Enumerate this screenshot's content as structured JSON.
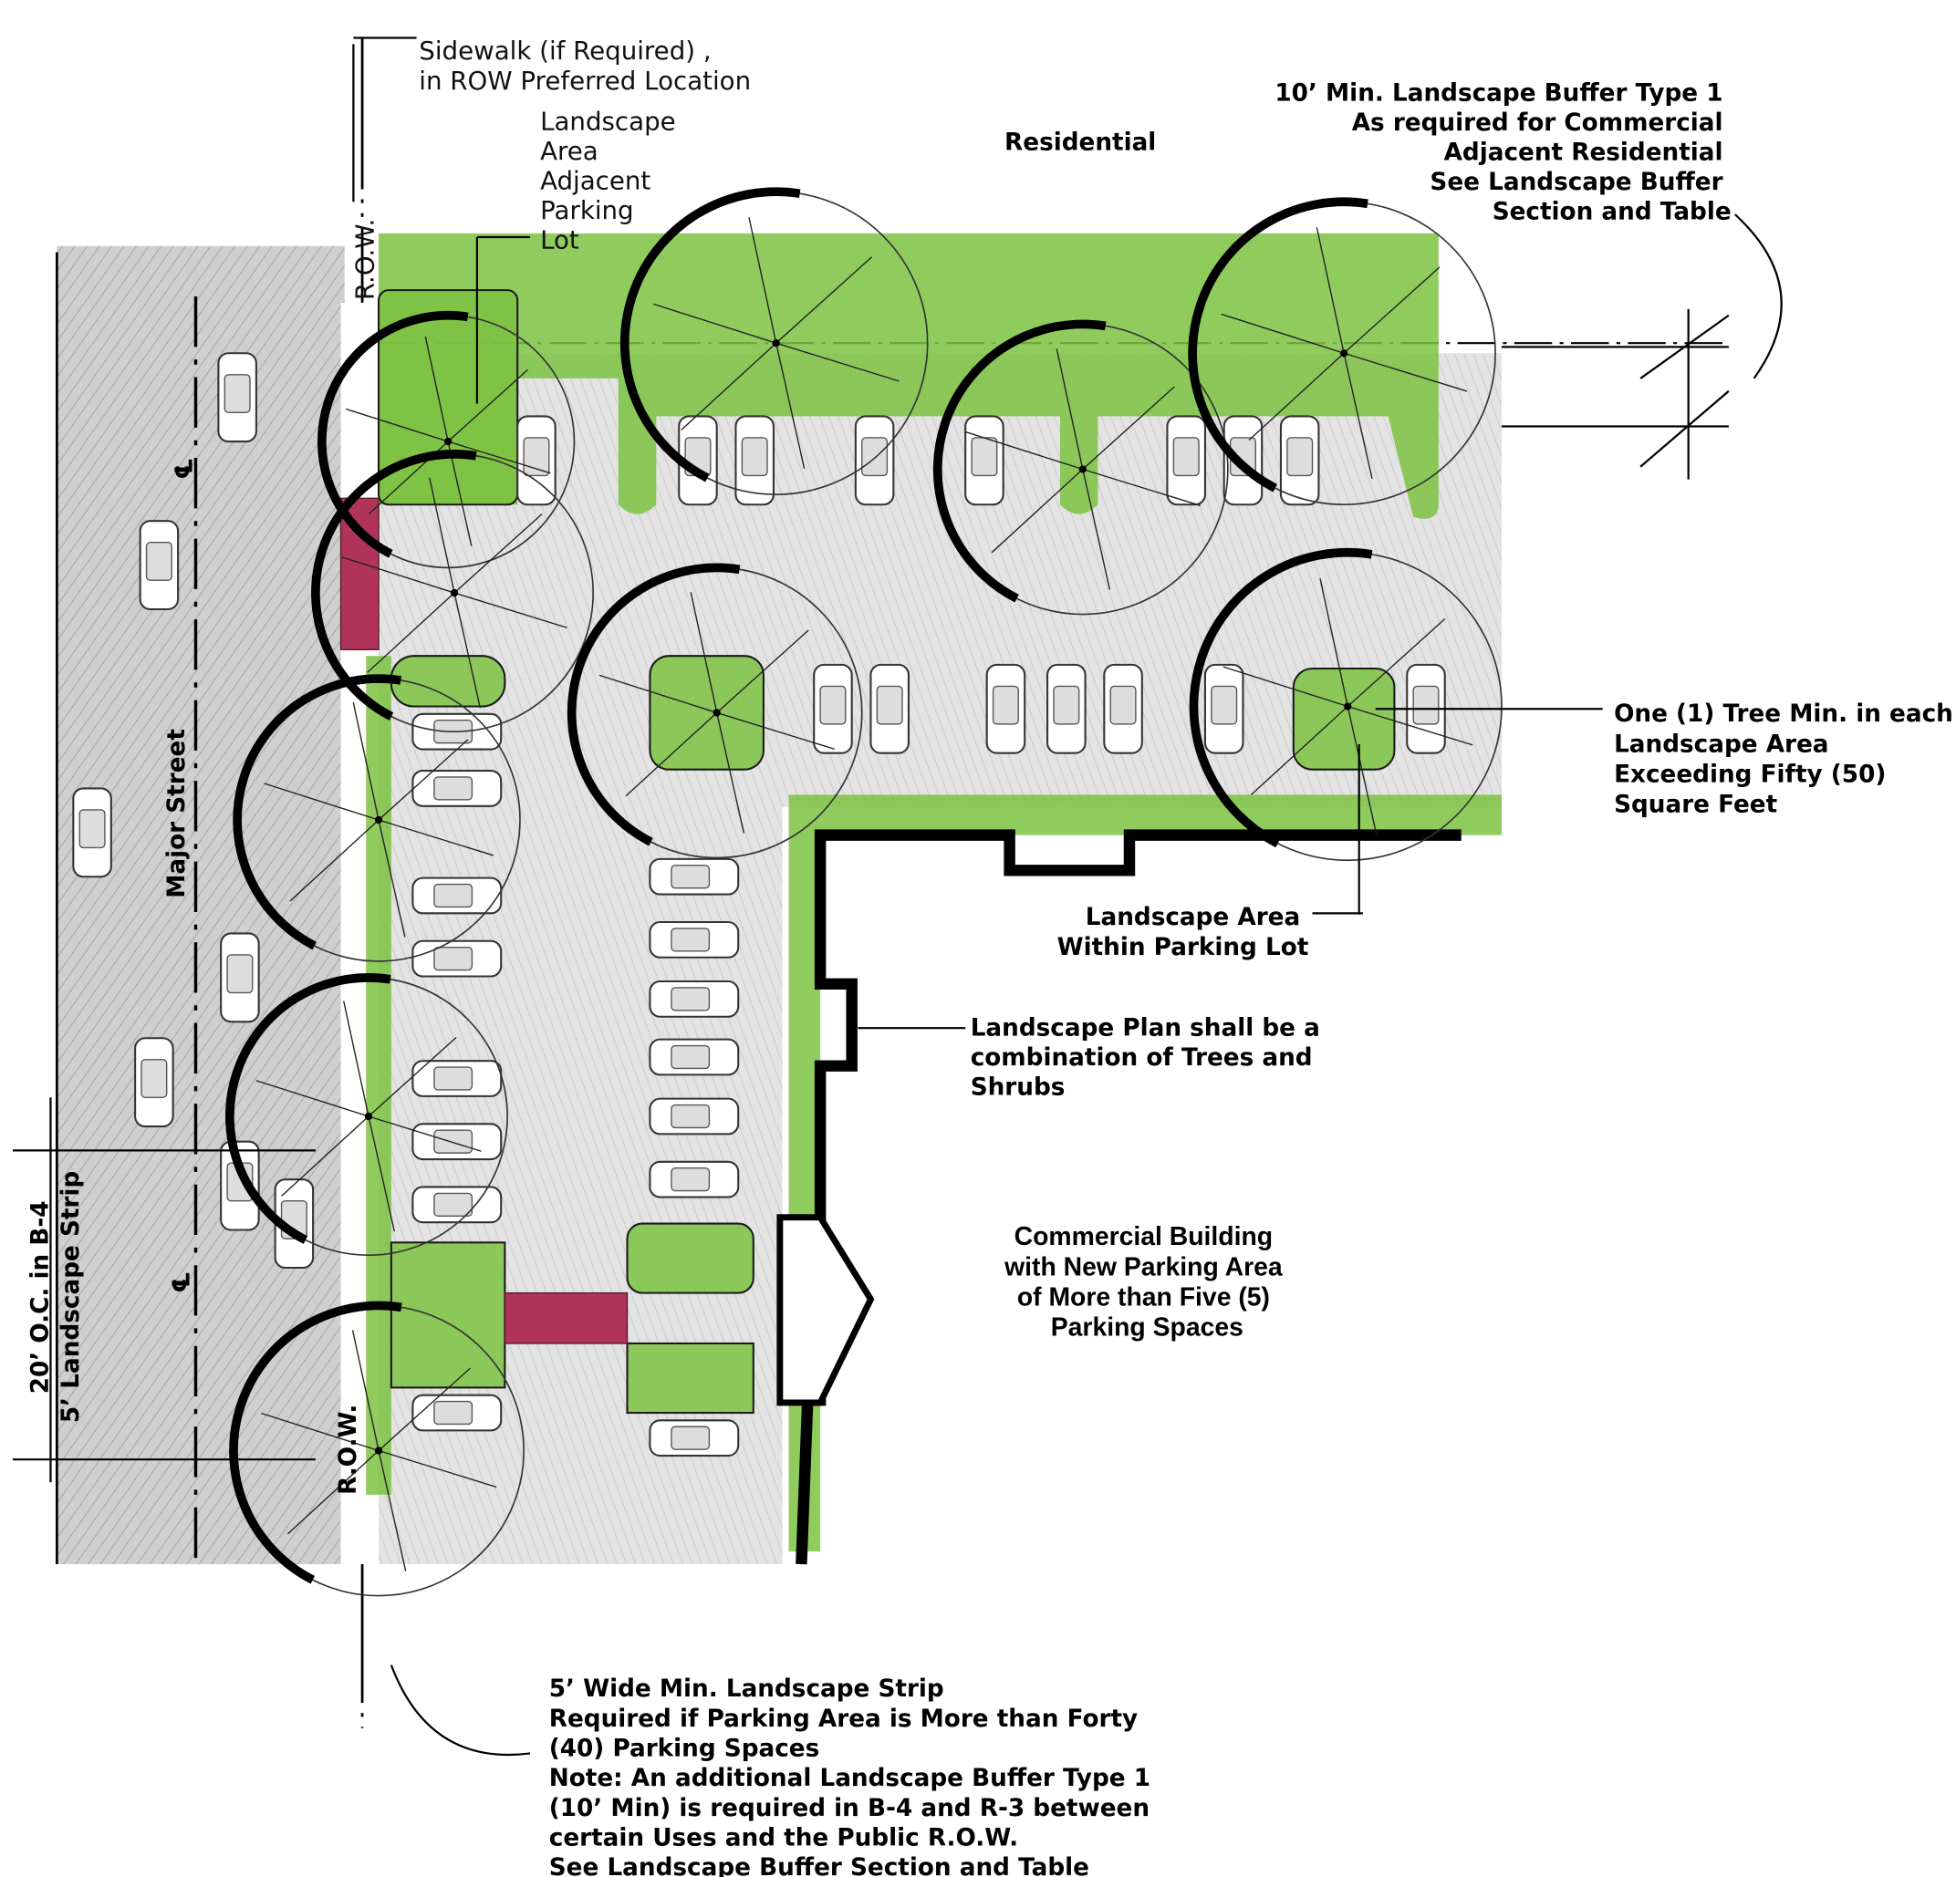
{
  "title": "Commercial Parking Lot Landscape Requirements Site Plan",
  "labels": {
    "sidewalk": [
      "Sidewalk (if Required) ,",
      "in ROW Preferred Location"
    ],
    "landscape_adjacent": [
      "Landscape",
      "Area",
      "Adjacent",
      "Parking",
      "Lot"
    ],
    "residential": "Residential",
    "buffer_type1": [
      "10’  Min. Landscape Buffer Type 1",
      "As required for Commercial",
      "Adjacent Residential",
      "See Landscape Buffer",
      "Section and Table"
    ],
    "one_tree": [
      "One (1) Tree Min. in each",
      "Landscape Area",
      "Exceeding Fifty (50)",
      "Square Feet"
    ],
    "landscape_within": [
      "Landscape Area",
      "Within Parking Lot"
    ],
    "landscape_plan": [
      "Landscape Plan shall be a",
      "combination of Trees and",
      "Shrubs"
    ],
    "commercial": [
      "Commercial Building",
      "with New Parking Area",
      "of More than Five (5)",
      "Parking Spaces"
    ],
    "strip_note": [
      "5’ Wide Min. Landscape Strip",
      "Required if Parking Area is More than Forty",
      "(40) Parking Spaces",
      "Note:  An additional Landscape Buffer Type 1",
      "(10’ Min)  is required in B-4 and R-3 between",
      "certain Uses and the Public R.O.W.",
      "See Landscape Buffer Section and Table"
    ],
    "major_street": "Major Street",
    "row_top": "R.O.W.",
    "row_bottom": "R.O.W.",
    "centerline_top": "℄",
    "centerline_bottom": "℄",
    "oc_spacing": "20’ O.C. in B-4",
    "strip_width": "5’ Landscape Strip"
  },
  "colors": {
    "landscape_green": "#7cc242",
    "crosswalk_red": "#b0345a",
    "pavement_gray": "#d4d4d4",
    "street_gray": "#bdbdbd"
  }
}
